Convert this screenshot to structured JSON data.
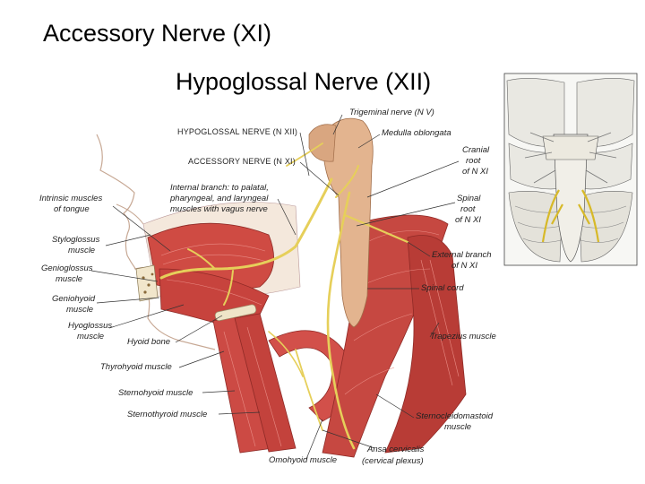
{
  "titles": {
    "accessory": "Accessory Nerve (XI)",
    "hypoglossal": "Hypoglossal Nerve (XII)"
  },
  "labels": {
    "trigeminal": "Trigeminal nerve (N V)",
    "medulla": "Medulla oblongata",
    "hypoglossal_nerve": "HYPOGLOSSAL NERVE (N XII)",
    "accessory_nerve": "ACCESSORY NERVE (N XI)",
    "internal_branch_1": "Internal branch: to palatal,",
    "internal_branch_2": "pharyngeal, and laryngeal",
    "internal_branch_3": "muscles with vagus nerve",
    "cranial_root_1": "Cranial",
    "cranial_root_2": "root",
    "cranial_root_3": "of N XI",
    "spinal_root_1": "Spinal",
    "spinal_root_2": "root",
    "spinal_root_3": "of N XI",
    "intrinsic_1": "Intrinsic muscles",
    "intrinsic_2": "of tongue",
    "styloglossus_1": "Styloglossus",
    "styloglossus_2": "muscle",
    "genioglossus_1": "Genioglossus",
    "genioglossus_2": "muscle",
    "geniohyoid_1": "Geniohyoid",
    "geniohyoid_2": "muscle",
    "hyoglossus_1": "Hyoglossus",
    "hyoglossus_2": "muscle",
    "hyoid": "Hyoid bone",
    "thyrohyoid": "Thyrohyoid muscle",
    "sternohyoid": "Sternohyoid muscle",
    "sternothyroid": "Sternothyroid muscle",
    "external_branch_1": "External branch",
    "external_branch_2": "of N XI",
    "spinal_cord": "Spinal cord",
    "trapezius": "Trapezius muscle",
    "sternocleido_1": "Sternocleidomastoid",
    "sternocleido_2": "muscle",
    "ansa_1": "Ansa cervicalis",
    "ansa_2": "(cervical plexus)",
    "omohyoid": "Omohyoid muscle"
  },
  "colors": {
    "muscle": "#c9463f",
    "muscle_dark": "#9e2f2b",
    "nerve": "#e6cf5a",
    "brainstem": "#e3b48f",
    "skin": "#f3d9c4",
    "bone": "#eee3c8"
  }
}
